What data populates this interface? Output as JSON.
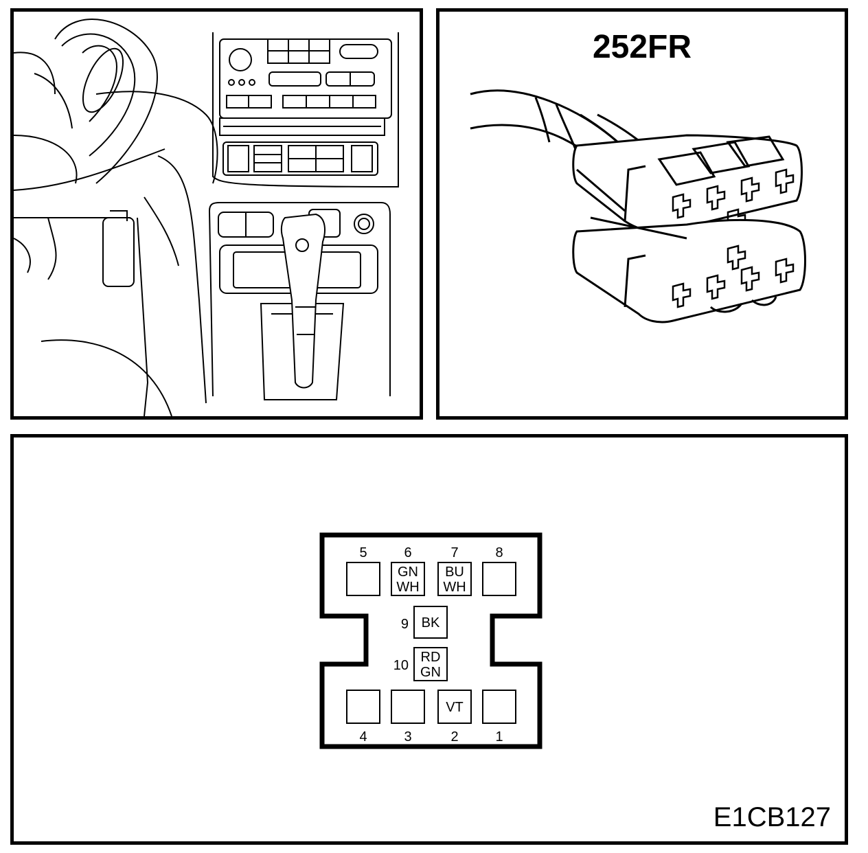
{
  "connector_code": "252FR",
  "figure_id": "E1CB127",
  "pins": [
    {
      "number": "1",
      "wire": ""
    },
    {
      "number": "2",
      "wire": "VT"
    },
    {
      "number": "3",
      "wire": ""
    },
    {
      "number": "4",
      "wire": ""
    },
    {
      "number": "5",
      "wire": ""
    },
    {
      "number": "6",
      "wire": [
        "GN",
        "WH"
      ]
    },
    {
      "number": "7",
      "wire": [
        "BU",
        "WH"
      ]
    },
    {
      "number": "8",
      "wire": ""
    },
    {
      "number": "9",
      "wire": "BK"
    },
    {
      "number": "10",
      "wire": [
        "RD",
        "GN"
      ]
    }
  ]
}
